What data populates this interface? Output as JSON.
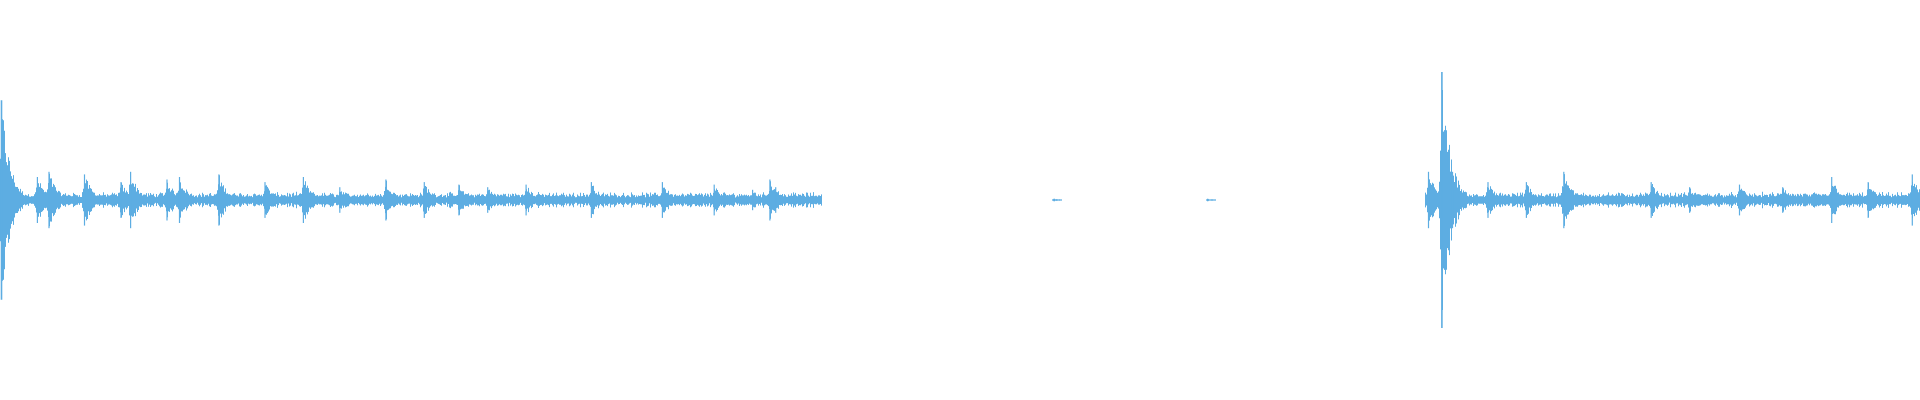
{
  "waveform": {
    "color": "#5dade2",
    "background": "#ffffff",
    "segments": [
      {
        "start": 0.0,
        "end": 0.428,
        "state": "active"
      },
      {
        "start": 0.428,
        "end": 0.742,
        "state": "silent"
      },
      {
        "start": 0.742,
        "end": 1.0,
        "state": "active"
      }
    ],
    "peaks": [
      {
        "pos": 0.0008,
        "amp": 0.78
      },
      {
        "pos": 0.0195,
        "amp": 0.18
      },
      {
        "pos": 0.0255,
        "amp": 0.22
      },
      {
        "pos": 0.044,
        "amp": 0.2
      },
      {
        "pos": 0.063,
        "amp": 0.14
      },
      {
        "pos": 0.068,
        "amp": 0.22
      },
      {
        "pos": 0.087,
        "amp": 0.16
      },
      {
        "pos": 0.0935,
        "amp": 0.18
      },
      {
        "pos": 0.114,
        "amp": 0.2
      },
      {
        "pos": 0.138,
        "amp": 0.14
      },
      {
        "pos": 0.158,
        "amp": 0.18
      },
      {
        "pos": 0.177,
        "amp": 0.1
      },
      {
        "pos": 0.201,
        "amp": 0.16
      },
      {
        "pos": 0.221,
        "amp": 0.14
      },
      {
        "pos": 0.239,
        "amp": 0.12
      },
      {
        "pos": 0.254,
        "amp": 0.1
      },
      {
        "pos": 0.274,
        "amp": 0.12
      },
      {
        "pos": 0.308,
        "amp": 0.14
      },
      {
        "pos": 0.345,
        "amp": 0.14
      },
      {
        "pos": 0.372,
        "amp": 0.12
      },
      {
        "pos": 0.392,
        "amp": 0.08
      },
      {
        "pos": 0.401,
        "amp": 0.16
      },
      {
        "pos": 0.404,
        "amp": 0.1
      },
      {
        "pos": 0.549,
        "amp": 0.01
      },
      {
        "pos": 0.629,
        "amp": 0.01
      },
      {
        "pos": 0.744,
        "amp": 0.22
      },
      {
        "pos": 0.751,
        "amp": 1.0
      },
      {
        "pos": 0.7565,
        "amp": 0.22
      },
      {
        "pos": 0.775,
        "amp": 0.14
      },
      {
        "pos": 0.795,
        "amp": 0.14
      },
      {
        "pos": 0.8145,
        "amp": 0.22
      },
      {
        "pos": 0.86,
        "amp": 0.14
      },
      {
        "pos": 0.88,
        "amp": 0.1
      },
      {
        "pos": 0.906,
        "amp": 0.12
      },
      {
        "pos": 0.9285,
        "amp": 0.1
      },
      {
        "pos": 0.954,
        "amp": 0.18
      },
      {
        "pos": 0.973,
        "amp": 0.14
      },
      {
        "pos": 0.996,
        "amp": 0.2
      }
    ]
  }
}
